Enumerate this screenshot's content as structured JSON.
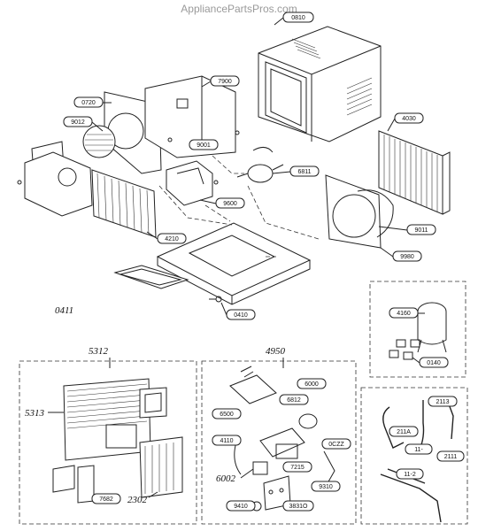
{
  "watermark": "AppliancePartsPros.com",
  "callouts": {
    "c0810": "0810",
    "c0720": "0720",
    "c7900": "7900",
    "c9012": "9012",
    "c4030": "4030",
    "c9001": "9001",
    "c6811": "6811",
    "c9600": "9600",
    "c4210": "4210",
    "c9011": "9011",
    "c9980": "9980",
    "c0410": "0410",
    "c4160": "4160",
    "c0140": "0140",
    "c6500": "6500",
    "c6812": "6812",
    "c6000": "6000",
    "c4110": "4110",
    "c0CZZ": "0CZZ",
    "c7215": "7215",
    "c9310": "9310",
    "c7682": "7682",
    "c9410": "9410",
    "c3831O": "3831O",
    "c2113": "2113",
    "c211A": "211A",
    "c11x": "11-",
    "c2111": "2111",
    "c112": "11-2"
  },
  "handwritten": {
    "h0411": "0411",
    "h5312": "5312",
    "h4950": "4950",
    "h5313": "5313",
    "h6002": "6002",
    "h2302": "2302"
  },
  "icons": [
    "ac-cabinet",
    "fan-shroud",
    "evaporator-coil",
    "condenser-coil",
    "motor",
    "base-pan",
    "compressor",
    "front-grille",
    "control-box",
    "refrigerant-tubing"
  ]
}
